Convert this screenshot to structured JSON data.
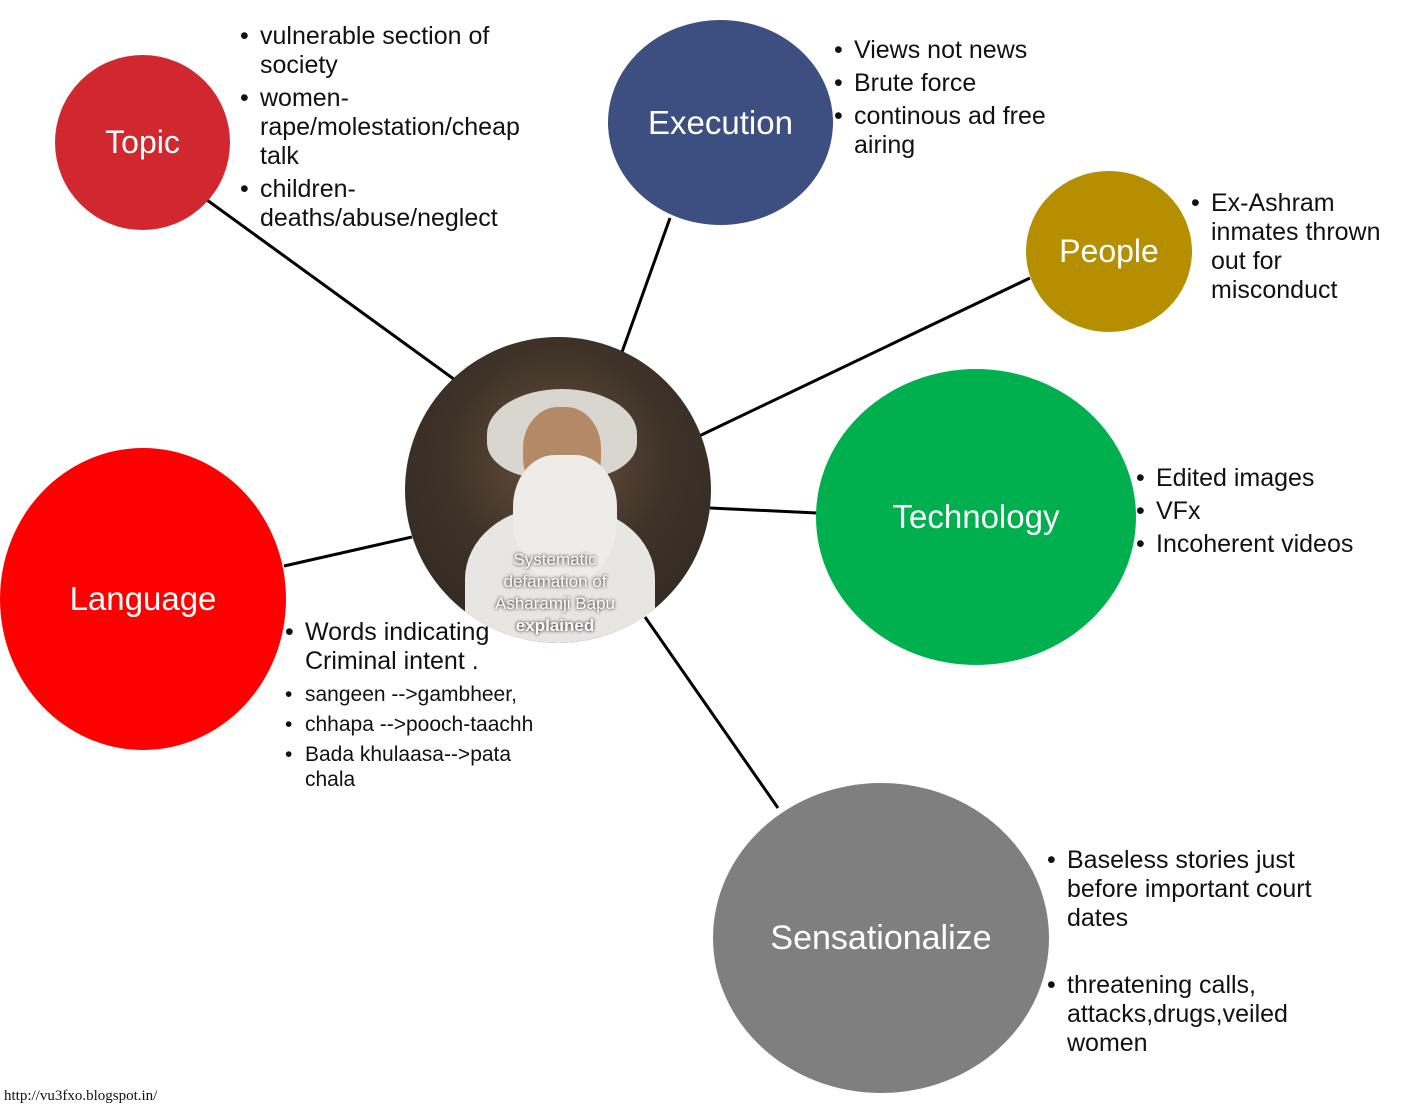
{
  "colors": {
    "topic": "#d0282e",
    "execution": "#3d4e80",
    "people": "#b58f00",
    "technology": "#00b04f",
    "language": "#ff0000",
    "sensationalize": "#7f7f7f",
    "link": "#000000"
  },
  "center": {
    "caption_line1": "Systematic",
    "caption_line2": "defamation of",
    "caption_line3": "Asharamji Bapu",
    "caption_bold": "explained"
  },
  "nodes": {
    "topic": "Topic",
    "execution": "Execution",
    "people": "People",
    "technology": "Technology",
    "language": "Language",
    "sensationalize": "Sensationalize"
  },
  "bullets": {
    "topic": [
      "vulnerable section of society",
      "women-rape/molestation/cheap talk",
      "children-deaths/abuse/neglect"
    ],
    "execution": [
      "Views not news",
      "Brute force",
      "continous ad free airing"
    ],
    "people": [
      "Ex-Ashram inmates thrown out for misconduct"
    ],
    "technology": [
      "Edited images",
      "VFx",
      "Incoherent videos"
    ],
    "language_main": [
      "Words indicating Criminal intent ."
    ],
    "language_sub": [
      "sangeen -->gambheer,",
      "chhapa -->pooch-taachh",
      "Bada khulaasa-->pata chala"
    ],
    "sensationalize": [
      "Baseless stories just before important court dates",
      "threatening calls, attacks,drugs,veiled women"
    ]
  },
  "footer": "http://vu3fxo.blogspot.in/"
}
